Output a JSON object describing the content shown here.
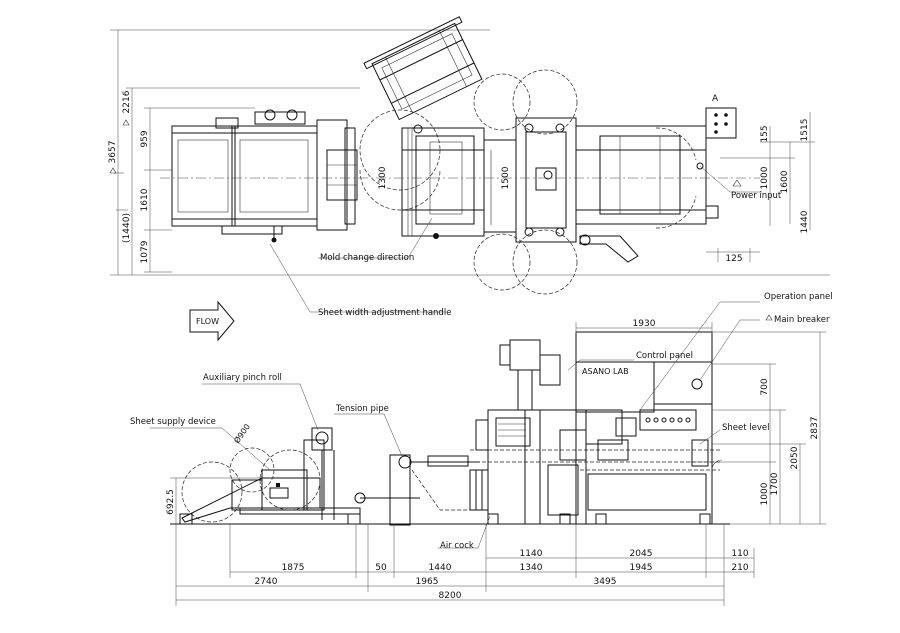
{
  "top_view": {
    "dims_left": {
      "d3657": "3657",
      "d2216": "2216",
      "d959": "959",
      "d1610": "1610",
      "d1440": "(1440)",
      "d1079": "1079",
      "d1300": "1300",
      "d1500": "1500"
    },
    "dims_right": {
      "d155": "155",
      "d1515": "1515",
      "d1000": "1000",
      "d1600": "1600",
      "d1440": "1440",
      "d125": "125"
    },
    "marker_a": "A",
    "labels": {
      "mold_change": "Mold change direction",
      "sheet_width": "Sheet width adjustment handle",
      "power_input": "Power input"
    }
  },
  "flow_arrow": {
    "label": "FLOW"
  },
  "side_view": {
    "brand": "ASANO LAB",
    "labels": {
      "operation_panel": "Operation panel",
      "main_breaker": "Main breaker",
      "control_panel": "Control panel",
      "aux_pinch_roll": "Auxiliary pinch roll",
      "tension_pipe": "Tension pipe",
      "sheet_supply": "Sheet supply device",
      "sheet_level": "Sheet level",
      "air_cock": "Air cock",
      "diameter": "Ø900"
    },
    "dims_right": {
      "d700": "700",
      "d2837": "2837",
      "d2050": "2050",
      "d1700": "1700",
      "d1000": "1000"
    },
    "dims_top": {
      "d1930": "1930"
    },
    "dims_left": {
      "d692": "692.5"
    },
    "dims_bottom": {
      "d1140": "1140",
      "d2045": "2045",
      "d110": "110",
      "d1875": "1875",
      "d50": "50",
      "d1440": "1440",
      "d1340": "1340",
      "d1945": "1945",
      "d210": "210",
      "d2740": "2740",
      "d1965": "1965",
      "d3495": "3495",
      "d8200": "8200"
    }
  }
}
